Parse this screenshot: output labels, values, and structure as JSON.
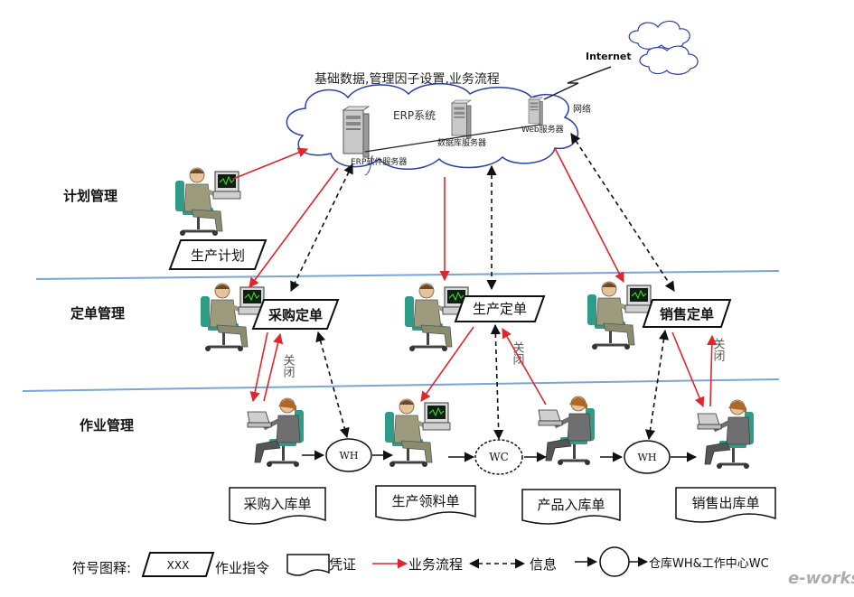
{
  "header_caption": "基础数据,管理因子设置,业务流程",
  "internet_label": "Internet",
  "network_label": "网络",
  "erp_system_label": "ERP系统",
  "servers": {
    "erp": "ERP软件服务器",
    "db": "数据库服务器",
    "web": "Web服务器"
  },
  "lanes": [
    "计划管理",
    "定单管理",
    "作业管理"
  ],
  "instructions": {
    "plan": "生产计划",
    "purchase_order": "采购定单",
    "production_order": "生产定单",
    "sales_order": "销售定单"
  },
  "close_label": "关闭",
  "nodes": {
    "wh": "WH",
    "wc": "WC"
  },
  "vouchers": {
    "purchase_in": "采购入库单",
    "material_issue": "生产领料单",
    "product_in": "产品入库单",
    "sales_out": "销售出库单"
  },
  "legend": {
    "title": "符号图释:",
    "xxx": "XXX",
    "instruction": "作业指令",
    "voucher": "凭证",
    "flow": "业务流程",
    "info": "信息",
    "wh_wc": "仓库WH&工作中心WC"
  },
  "watermark": "e-works",
  "colors": {
    "flow_arrow": "#e0252b",
    "lane_line": "#7aa6d6",
    "cloud_outline": "#2c3fb0",
    "person_suit": "#9c9c7c",
    "chair": "#2f9c88"
  }
}
